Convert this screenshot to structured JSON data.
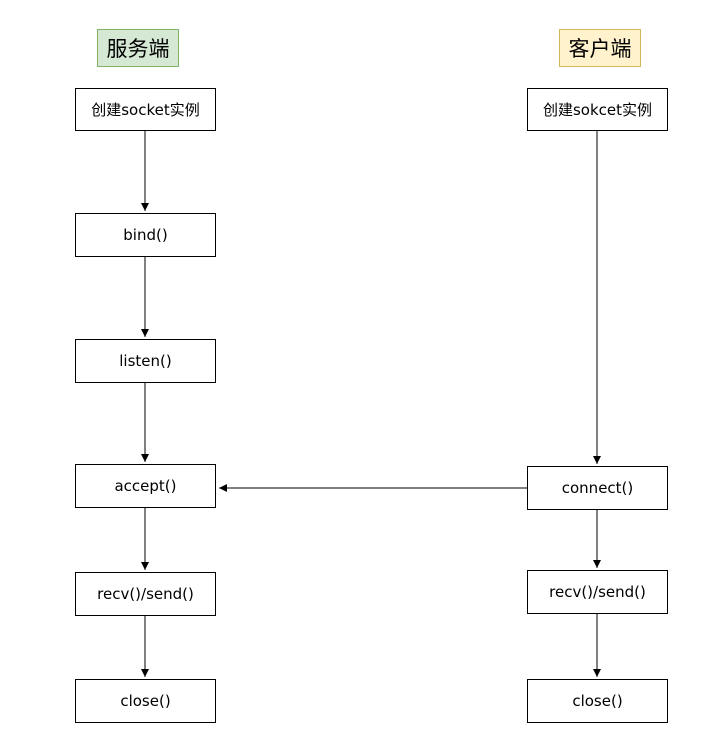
{
  "server": {
    "header": "服务端",
    "steps": [
      "创建socket实例",
      "bind()",
      "listen()",
      "accept()",
      "recv()/send()",
      "close()"
    ]
  },
  "client": {
    "header": "客户端",
    "steps": [
      "创建sokcet实例",
      "connect()",
      "recv()/send()",
      "close()"
    ]
  },
  "colors": {
    "server_fill": "#d5e8d4",
    "server_stroke": "#82b366",
    "client_fill": "#fff2cc",
    "client_stroke": "#d6b656"
  }
}
